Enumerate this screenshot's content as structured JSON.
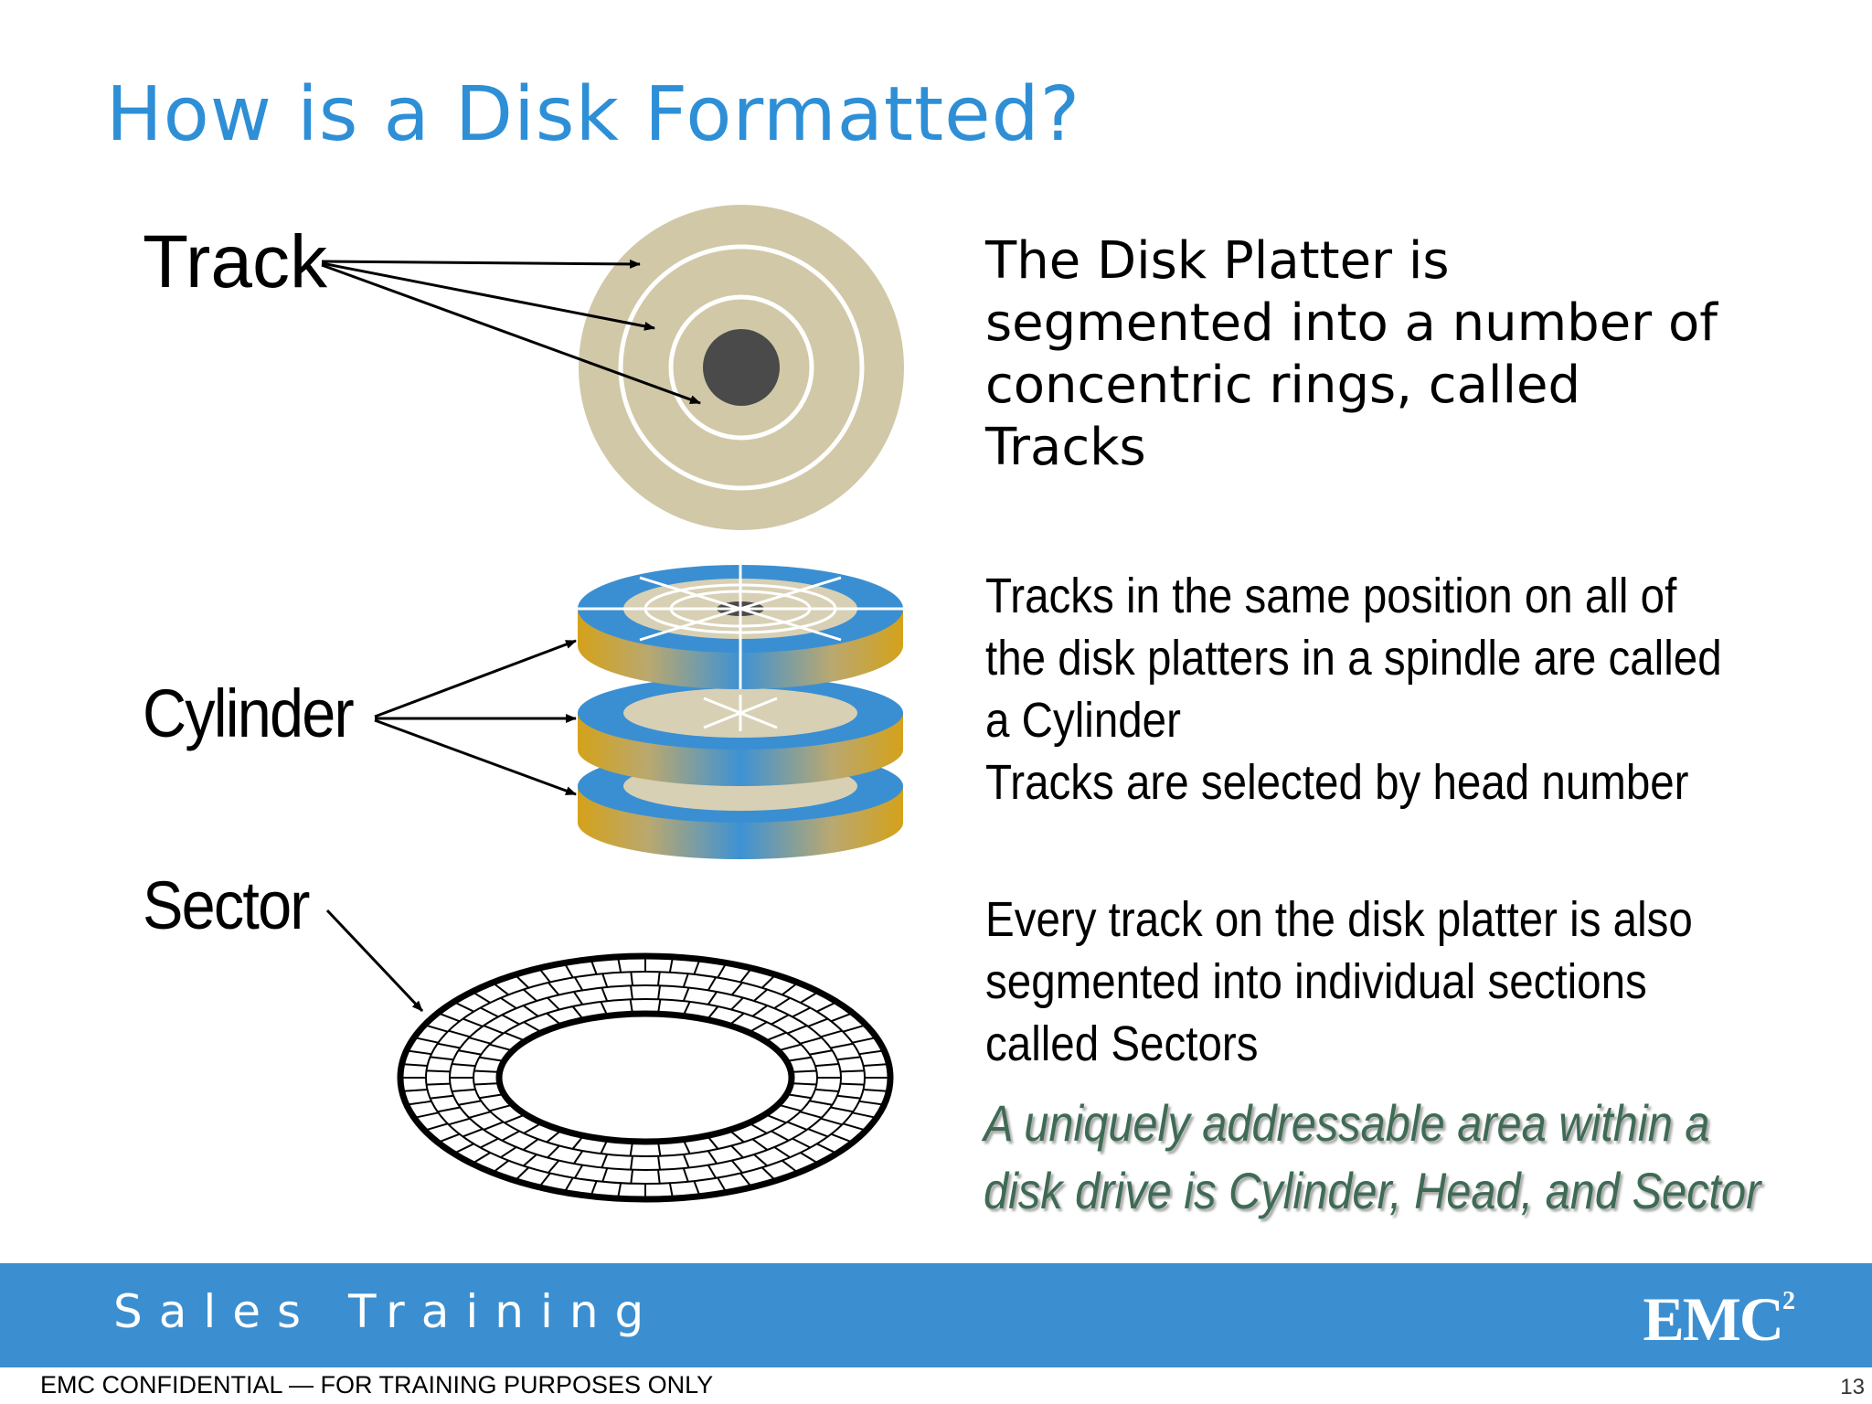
{
  "slide": {
    "title": "How is a Disk Formatted?"
  },
  "labels": {
    "track": "Track",
    "cylinder": "Cylinder",
    "sector": "Sector"
  },
  "descriptions": {
    "track_lines": [
      "The Disk Platter is",
      "segmented into a number of",
      "concentric rings, called",
      "Tracks"
    ],
    "cylinder_lines": [
      "Tracks in the same position on all of",
      "the disk platters in a spindle are called",
      "a Cylinder",
      "Tracks are selected by head number"
    ],
    "sector_lines": [
      "Every track on the disk platter is also",
      "segmented into individual sections",
      "called Sectors"
    ],
    "emphasis_lines": [
      "A uniquely addressable area within a",
      "disk drive is Cylinder, Head, and Sector"
    ]
  },
  "footer": {
    "band_text": "Sales Training",
    "logo": "EMC",
    "logo_sup": "2",
    "confidential": "EMC CONFIDENTIAL  —  FOR TRAINING PURPOSES ONLY",
    "page_number": "13"
  },
  "colors": {
    "title": "#2e8fd6",
    "platter": "#d1c8a8",
    "hub": "#4a4a4a",
    "platter_top": "#3a8fd2",
    "platter_edge_gold": "#d4a21a",
    "emphasis": "#3f6b55",
    "footer_band": "#3b8fd0"
  }
}
